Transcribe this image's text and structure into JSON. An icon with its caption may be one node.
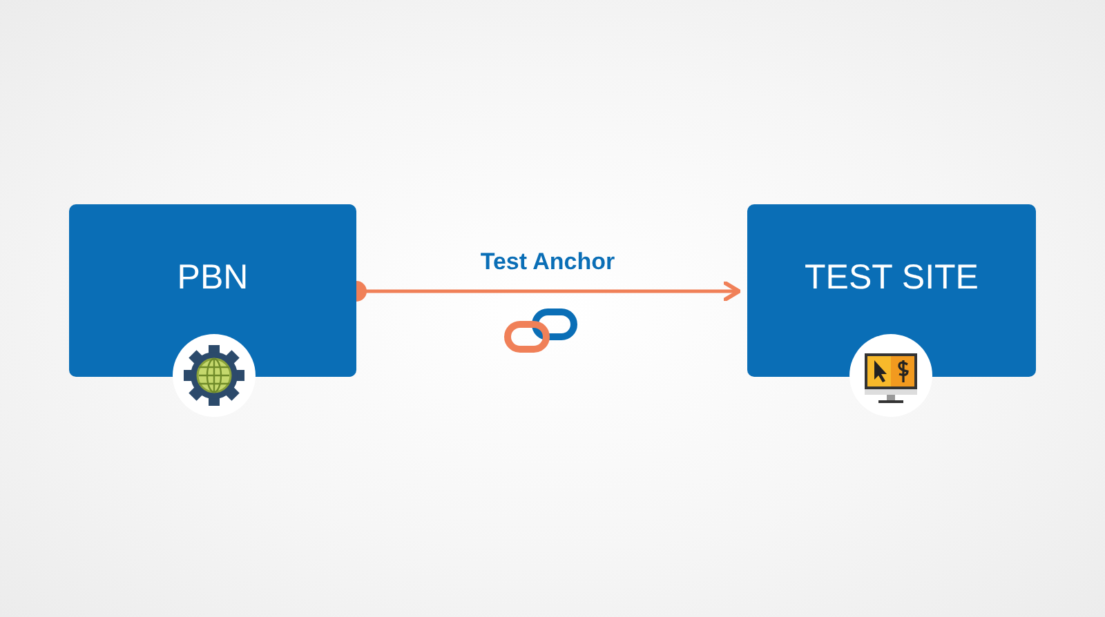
{
  "diagram": {
    "nodes": [
      {
        "text": [
          "PBN"
        ]
      },
      {
        "text": [
          "TEST SITE"
        ]
      }
    ],
    "edges": [
      {
        "from": 0,
        "to": 1,
        "arrow": "to",
        "label": "Test Anchor"
      }
    ]
  }
}
